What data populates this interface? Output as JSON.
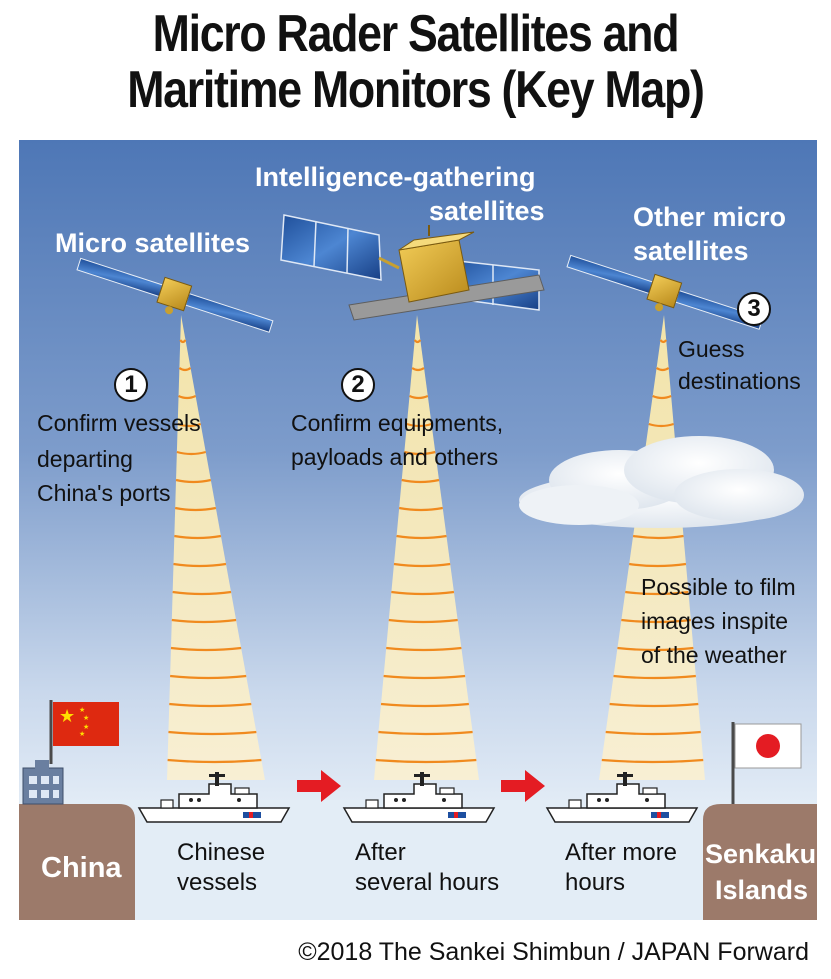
{
  "title": {
    "line1": "Micro Rader Satellites and",
    "line2": "Maritime Monitors (Key Map)"
  },
  "satellites": {
    "left": "Micro satellites",
    "center_line1": "Intelligence-gathering",
    "center_line2": "satellites",
    "right_line1": "Other micro",
    "right_line2": "satellites"
  },
  "steps": [
    {
      "number": "1",
      "lines": [
        "Confirm vessels",
        "departing",
        "China's ports"
      ]
    },
    {
      "number": "2",
      "lines": [
        "Confirm equipments,",
        "payloads and others"
      ]
    },
    {
      "number": "3",
      "lines": [
        "Guess",
        "destinations"
      ]
    }
  ],
  "weather_note": [
    "Possible to film",
    "images inspite",
    "of the weather"
  ],
  "bottom_labels": {
    "china": "China",
    "vessels_line1": "Chinese",
    "vessels_line2": "vessels",
    "after1_line1": "After",
    "after1_line2": "several hours",
    "after2_line1": "After more",
    "after2_line2": "hours",
    "senkaku_line1": "Senkaku",
    "senkaku_line2": "Islands"
  },
  "credit": "©2018 The Sankei Shimbun / JAPAN Forward",
  "colors": {
    "sky_top": "#4f78b8",
    "sky_bottom": "#dde8f4",
    "beam": "#fbe7a0",
    "beam_lines": "#f08a1e",
    "land": "#9c7a6a",
    "arrow": "#e41c23",
    "china_flag": "#de2910",
    "japan_circle": "#e41c23"
  },
  "icons": [
    "satellite-icon",
    "ship-icon",
    "cloud-icon",
    "china-flag-icon",
    "japan-flag-icon",
    "building-icon",
    "arrow-right-icon"
  ]
}
